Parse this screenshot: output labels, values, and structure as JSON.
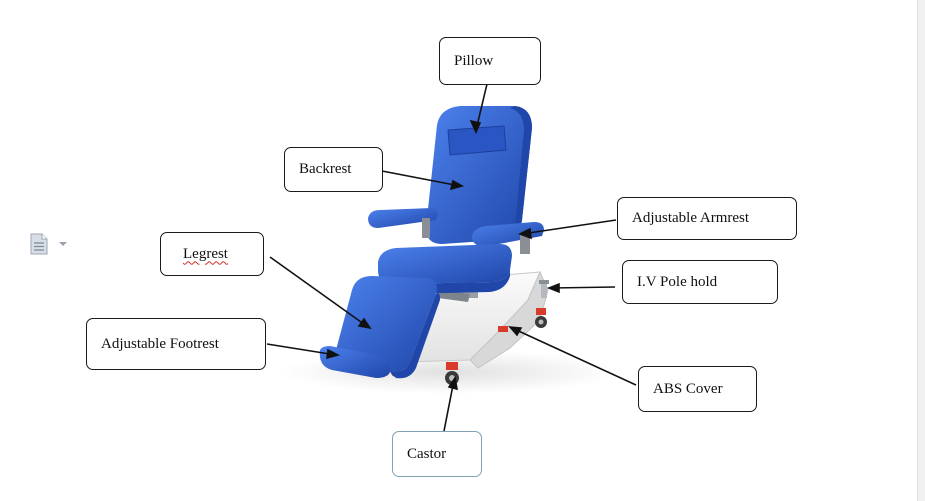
{
  "labels": {
    "pillow": "Pillow",
    "backrest": "Backrest",
    "adjustable_armrest": "Adjustable Armrest",
    "legrest": "Legrest",
    "iv_pole_hold": "I.V Pole hold",
    "adjustable_footrest": "Adjustable Footrest",
    "abs_cover": "ABS Cover",
    "castor": "Castor"
  },
  "colors": {
    "upholstery": "#2f63d6",
    "upholstery_dark": "#1f46a8",
    "base_cover": "#f2f2f2",
    "frame": "#8a8f96",
    "castor_accent": "#d93a2b",
    "castor_box_border": "#7fa2b6"
  },
  "icons": {
    "document": "document-icon",
    "dropdown": "chevron-down-icon"
  }
}
